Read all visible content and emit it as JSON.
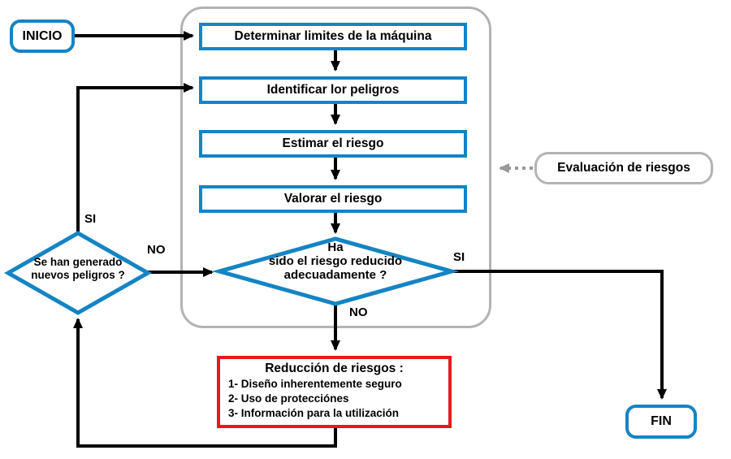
{
  "colors": {
    "accent_blue": "#1484c4",
    "accent_red": "#e8191c",
    "group_gray": "#b3b3b3",
    "line_black": "#000000",
    "dotted_gray": "#999999"
  },
  "nodes": {
    "start": "INICIO",
    "end": "FIN",
    "steps": [
      "Determinar limites de la máquina",
      "Identificar lor peligros",
      "Estimar el riesgo",
      "Valorar el riesgo"
    ],
    "decision_main": {
      "line1": "Ha",
      "line2": "sido el riesgo reducido",
      "line3": "adecuadamente ?"
    },
    "decision_left": {
      "line1": "Se han generado",
      "line2": "nuevos peligros ?"
    },
    "reduction": {
      "title": "Reducción de riesgos :",
      "items": [
        "1- Diseño inherentemente seguro",
        "2- Uso de protecciónes",
        "3- Información para la utilización"
      ]
    },
    "group_label": "Evaluación de riesgos"
  },
  "labels": {
    "left_si": "SI",
    "left_no": "NO",
    "main_si": "SI",
    "main_no": "NO"
  }
}
